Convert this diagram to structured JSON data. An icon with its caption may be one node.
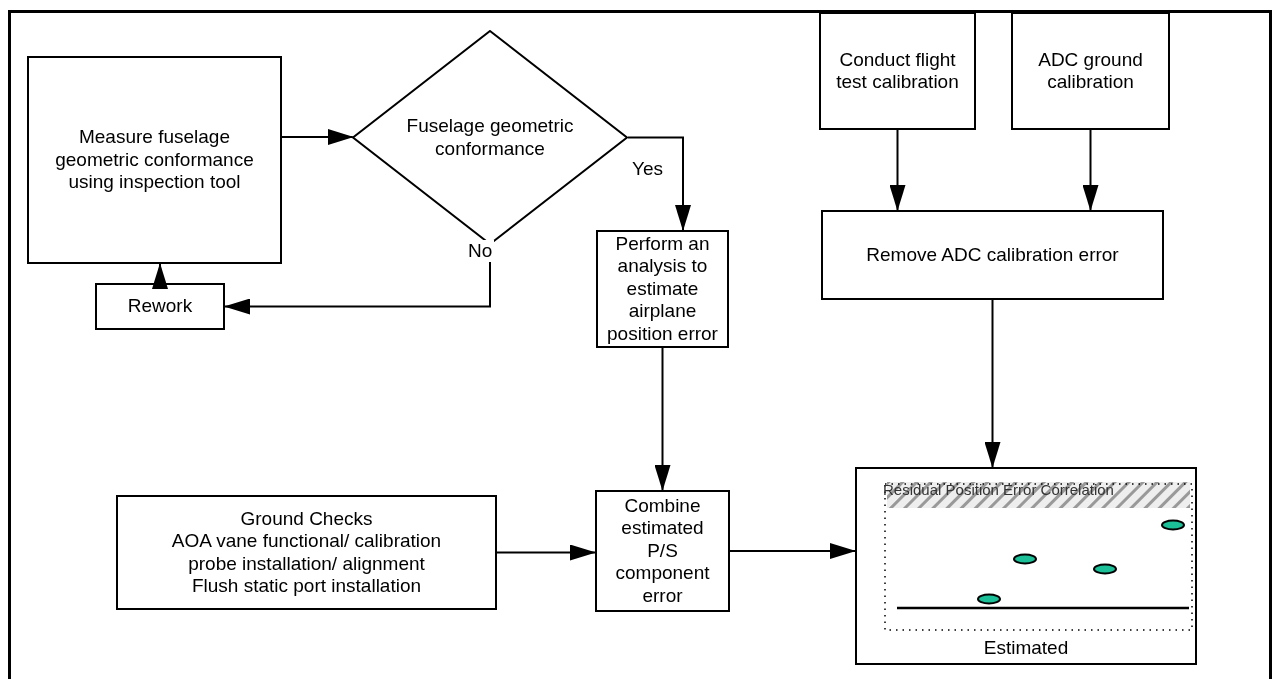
{
  "diagram": {
    "nodes": [
      {
        "text": [
          "Measure fuselage geometric conformance using inspection tool"
        ]
      },
      {
        "text": [
          "Fuselage geometric conformance"
        ]
      },
      {
        "text": [
          "Rework"
        ]
      },
      {
        "text": [
          "Perform an analysis to estimate airplane position error"
        ]
      },
      {
        "text": [
          "Conduct flight test calibration"
        ]
      },
      {
        "text": [
          "ADC ground calibration"
        ]
      },
      {
        "text": [
          "Remove ADC calibration error"
        ]
      },
      {
        "text": [
          "Ground Checks",
          "AOA vane functional/ calibration",
          "probe installation/ alignment",
          "Flush static port installation"
        ]
      },
      {
        "text": [
          "Combine estimated P/S component error"
        ]
      },
      {
        "text": [
          "Residual Position Error Correlation",
          "Estimated"
        ]
      }
    ],
    "edges": [
      {
        "from": 0,
        "to": 1,
        "arrow": "to"
      },
      {
        "from": 1,
        "to": 3,
        "arrow": "to",
        "label": "Yes"
      },
      {
        "from": 1,
        "to": 2,
        "arrow": "to",
        "label": "No"
      },
      {
        "from": 2,
        "to": 0,
        "arrow": "to"
      },
      {
        "from": 4,
        "to": 6,
        "arrow": "to"
      },
      {
        "from": 5,
        "to": 6,
        "arrow": "to"
      },
      {
        "from": 6,
        "to": 9,
        "arrow": "to"
      },
      {
        "from": 3,
        "to": 8,
        "arrow": "to"
      },
      {
        "from": 7,
        "to": 8,
        "arrow": "to"
      },
      {
        "from": 8,
        "to": 9,
        "arrow": "to"
      }
    ]
  }
}
